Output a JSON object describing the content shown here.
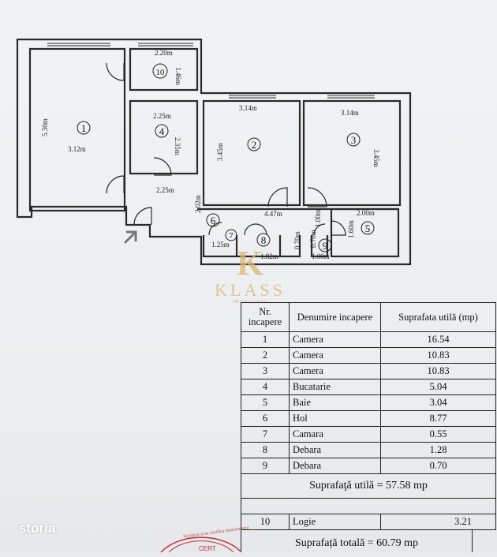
{
  "plan": {
    "rooms": [
      {
        "num": "1",
        "dims": [
          "5.30m",
          "3.12m"
        ]
      },
      {
        "num": "2",
        "dims": [
          "3.14m",
          "3.45m"
        ]
      },
      {
        "num": "3",
        "dims": [
          "3.14m",
          "3.45m"
        ]
      },
      {
        "num": "4",
        "dims": [
          "2.25m",
          "2.35m"
        ]
      },
      {
        "num": "5",
        "dims": [
          "2.00m",
          "1.60m"
        ]
      },
      {
        "num": "6",
        "dims": [
          "2.25m",
          "4.47m",
          "2.02m"
        ]
      },
      {
        "num": "7",
        "dims": [
          "1.25m"
        ]
      },
      {
        "num": "8",
        "dims": [
          "1.82m",
          "0.70m"
        ]
      },
      {
        "num": "9",
        "dims": [
          "1.00m",
          "1.00m",
          "0.70m"
        ]
      },
      {
        "num": "10",
        "dims": [
          "2.20m",
          "1.46m"
        ]
      }
    ]
  },
  "logo": {
    "letter": "K",
    "name": "KLASS",
    "sub": "IMOBILIARE"
  },
  "table": {
    "headers": {
      "nr": "Nr. incapere",
      "name": "Denumire incapere",
      "area": "Suprafata utilă (mp)"
    },
    "rows": [
      {
        "nr": "1",
        "name": "Camera",
        "area": "16.54"
      },
      {
        "nr": "2",
        "name": "Camera",
        "area": "10.83"
      },
      {
        "nr": "3",
        "name": "Camera",
        "area": "10.83"
      },
      {
        "nr": "4",
        "name": "Bucatarie",
        "area": "5.04"
      },
      {
        "nr": "5",
        "name": "Baie",
        "area": "3.04"
      },
      {
        "nr": "6",
        "name": "Hol",
        "area": "8.77"
      },
      {
        "nr": "7",
        "name": "Camara",
        "area": "0.55"
      },
      {
        "nr": "8",
        "name": "Debara",
        "area": "1.28"
      },
      {
        "nr": "9",
        "name": "Debara",
        "area": "0.70"
      }
    ],
    "useful_total": "Suprafaţă utilă = 57.58 mp",
    "extra_row": {
      "nr": "10",
      "name": "Logie",
      "area": "3.21"
    },
    "grand_total": "Suprafață totală = 60.79 mp"
  },
  "watermark": "storia",
  "stamp": {
    "text": "CERT",
    "note": "Verificat si se verifica functionarea"
  },
  "colors": {
    "wall": "#2a2a2a",
    "gold": "#d9b870",
    "stamp": "#c03030"
  }
}
